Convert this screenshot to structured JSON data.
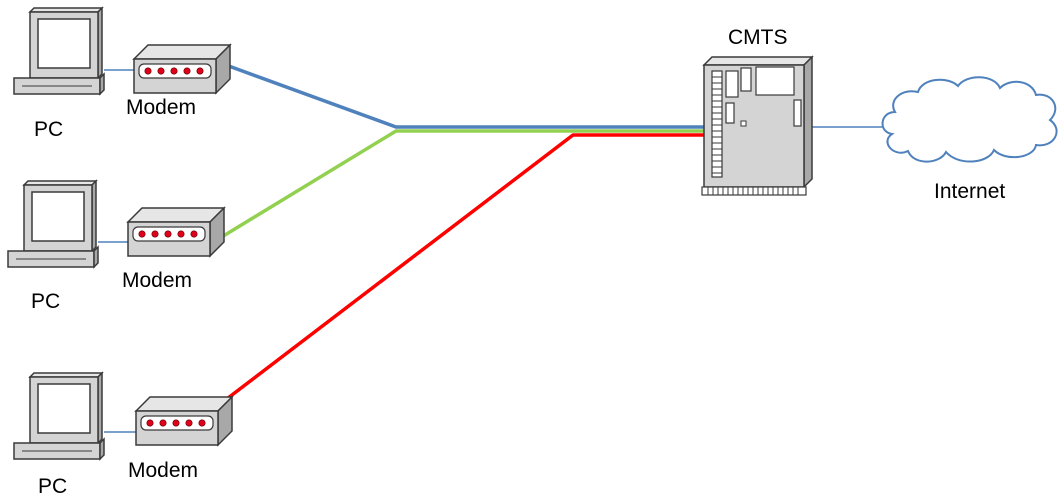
{
  "nodes": {
    "pcs": [
      {
        "label": "PC"
      },
      {
        "label": "PC"
      },
      {
        "label": "PC"
      }
    ],
    "modems": [
      {
        "label": "Modem"
      },
      {
        "label": "Modem"
      },
      {
        "label": "Modem"
      }
    ],
    "cmts": {
      "label": "CMTS"
    },
    "internet": {
      "label": "Internet"
    }
  },
  "links": [
    {
      "from": "Modem 1",
      "to": "CMTS",
      "color": "#4f81bd"
    },
    {
      "from": "Modem 2",
      "to": "CMTS",
      "color": "#92d050"
    },
    {
      "from": "Modem 3",
      "to": "CMTS",
      "color": "#ff0000"
    },
    {
      "from": "CMTS",
      "to": "Internet",
      "color": "#4f81bd"
    }
  ],
  "colors": {
    "device_fill": "#d4d4d4",
    "device_stroke": "#3a3a3a",
    "led": "#e0001b",
    "screen": "#ffffff"
  },
  "icons": {
    "pc": "pc-icon",
    "modem": "modem-icon",
    "cmts": "cmts-server-icon",
    "internet": "cloud-icon"
  }
}
